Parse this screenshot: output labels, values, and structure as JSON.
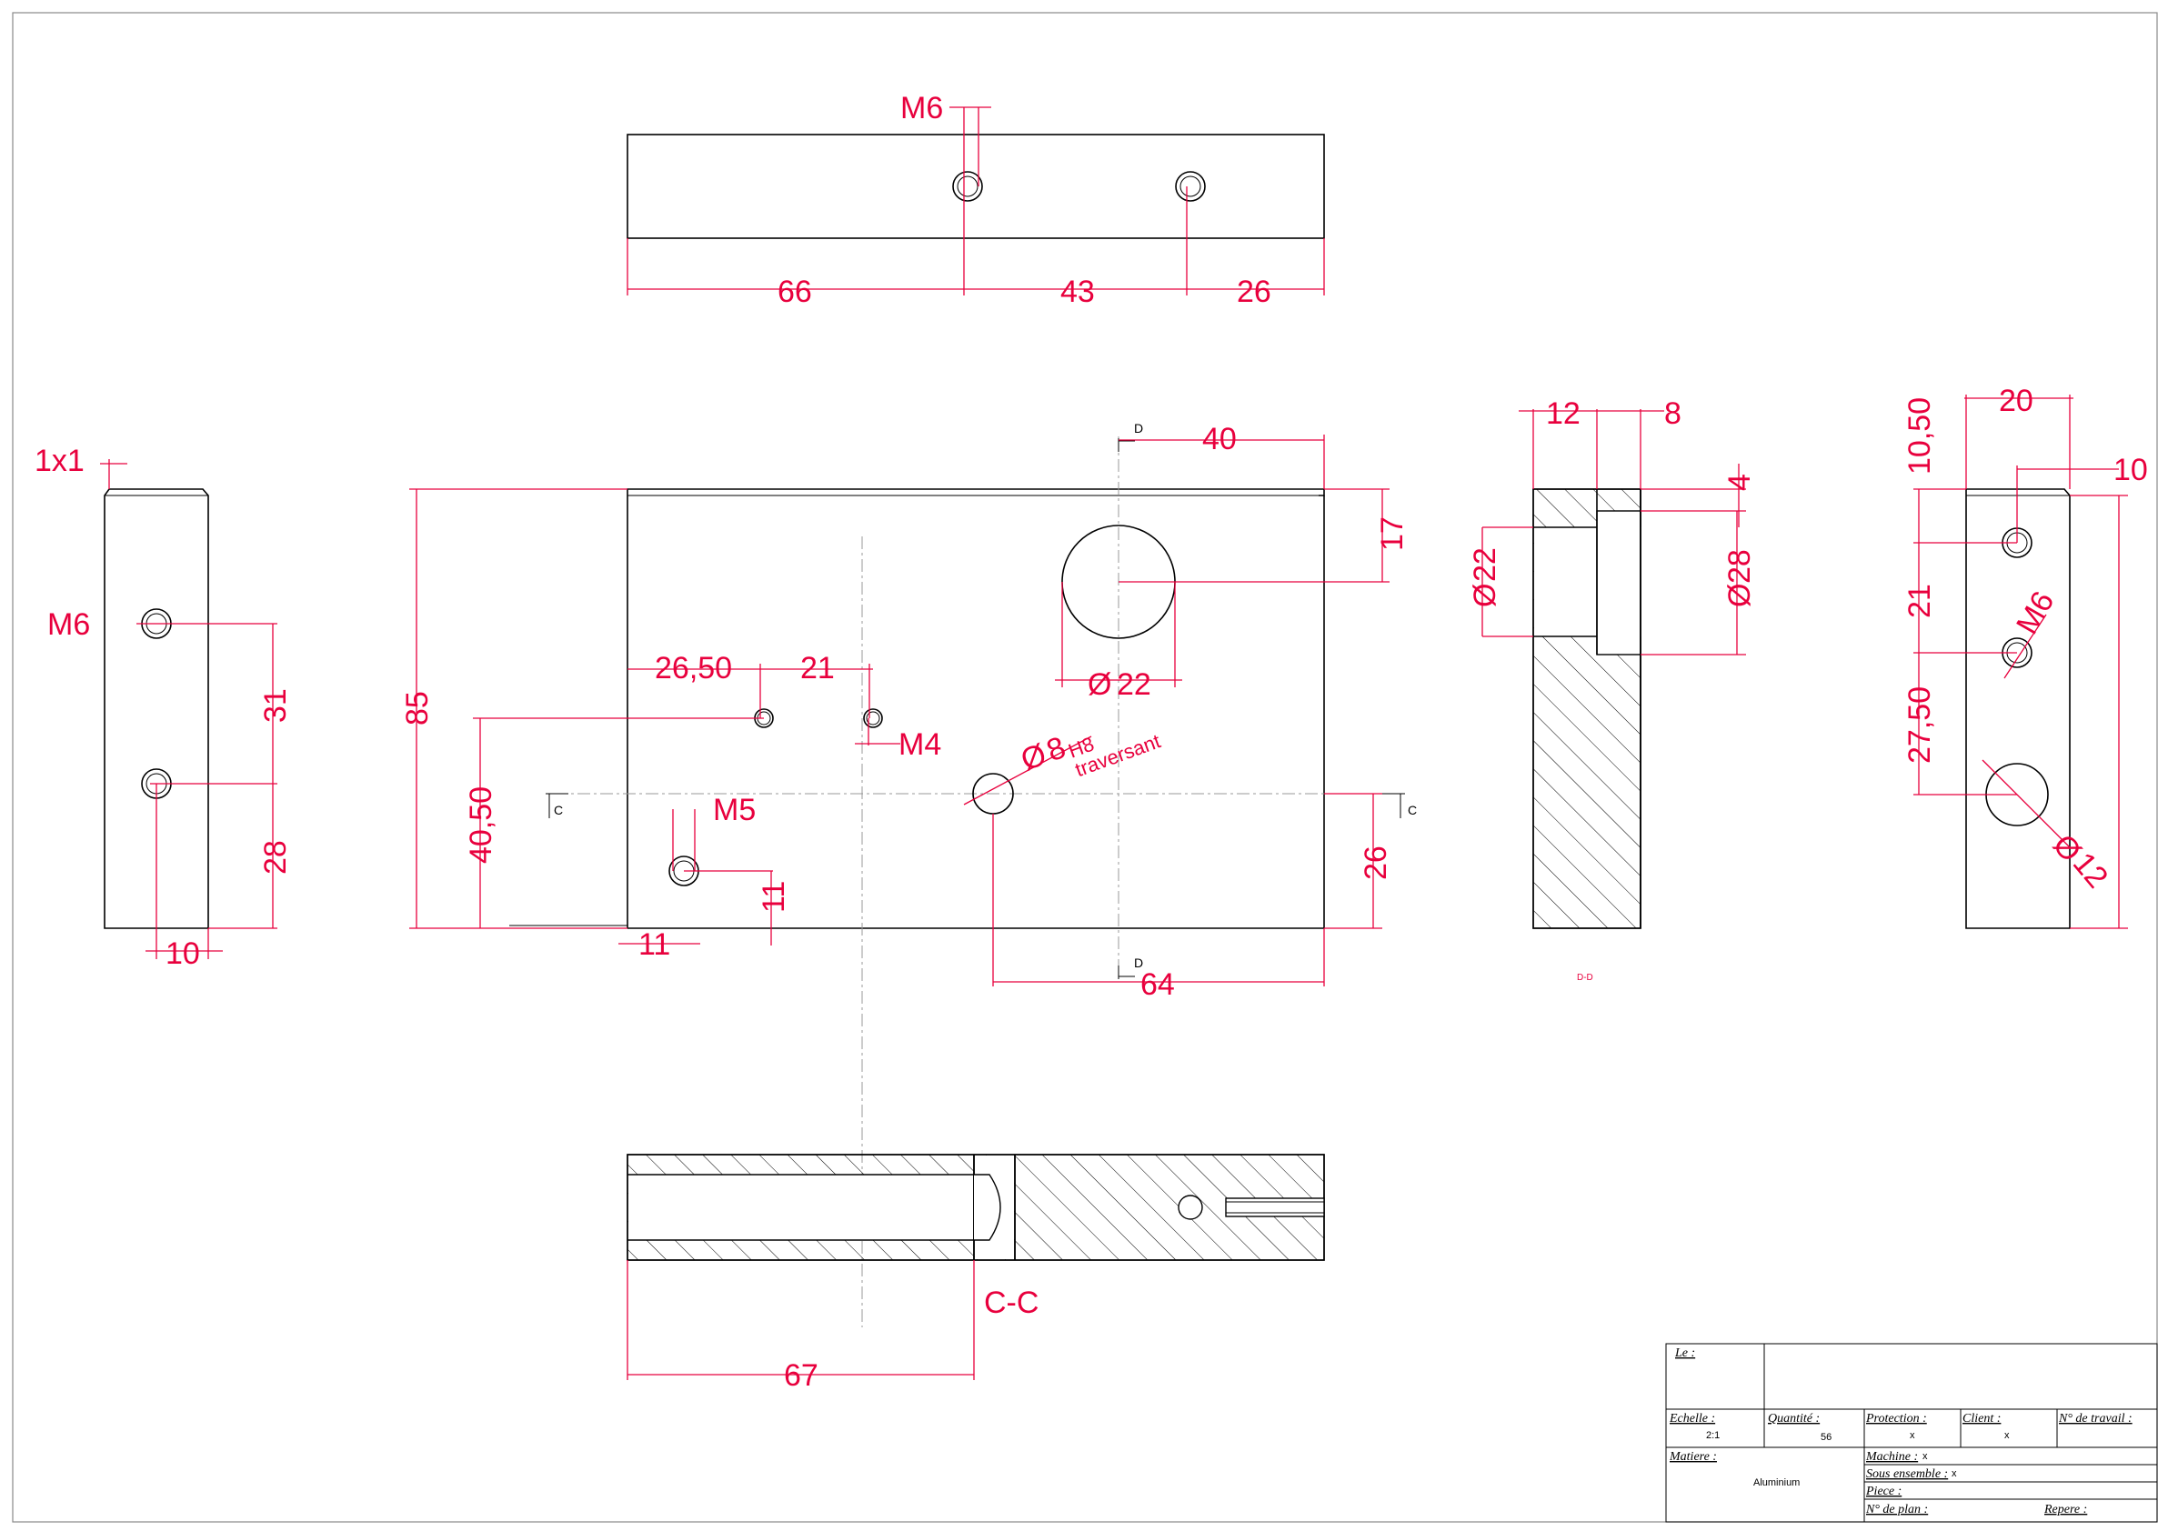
{
  "top_view": {
    "thread": "M6",
    "d1": "66",
    "d2": "43",
    "d3": "26"
  },
  "left_view": {
    "chamfer": "1x1",
    "thread": "M6",
    "d_31": "31",
    "d_28": "28",
    "d_10": "10"
  },
  "front_view": {
    "section_D_top": "D",
    "section_D_bottom": "D",
    "section_C_left": "C",
    "section_C_right": "C",
    "d_40": "40",
    "d_17": "17",
    "d_85": "85",
    "d_26_50": "26,50",
    "d_21": "21",
    "thread_m4": "M4",
    "dia_22": "22",
    "dia_symbol": "Ø",
    "bore_8": "8",
    "bore_tol": "H8",
    "bore_note": "traversant",
    "d_40_50": "40,50",
    "thread_m5": "M5",
    "d_11_v": "11",
    "d_11_h": "11",
    "d_26": "26",
    "d_64": "64"
  },
  "section_dd": {
    "d_12": "12",
    "d_8": "8",
    "d_4": "4",
    "dia_22": "22",
    "dia_28": "28",
    "label": "D-D"
  },
  "right_view": {
    "d_20": "20",
    "d_10": "10",
    "d_10_50": "10,50",
    "d_21": "21",
    "d_27_50": "27,50",
    "thread": "M6",
    "dia_12": "12"
  },
  "section_cc": {
    "label": "C-C",
    "d_67": "67"
  },
  "title_block": {
    "le_label": "Le :",
    "echelle_label": "Echelle :",
    "echelle_value": "2:1",
    "quantite_label": "Quantité :",
    "quantite_value": "56",
    "protection_label": "Protection :",
    "protection_value": "x",
    "client_label": "Client :",
    "client_value": "x",
    "travail_label": "N° de travail :",
    "matiere_label": "Matiere :",
    "matiere_value": "Aluminium",
    "machine_label": "Machine :",
    "machine_value": "x",
    "sous_ensemble_label": "Sous ensemble :",
    "sous_ensemble_value": "x",
    "piece_label": "Piece :",
    "plan_label": "N° de plan :",
    "repere_label": "Repere :"
  }
}
